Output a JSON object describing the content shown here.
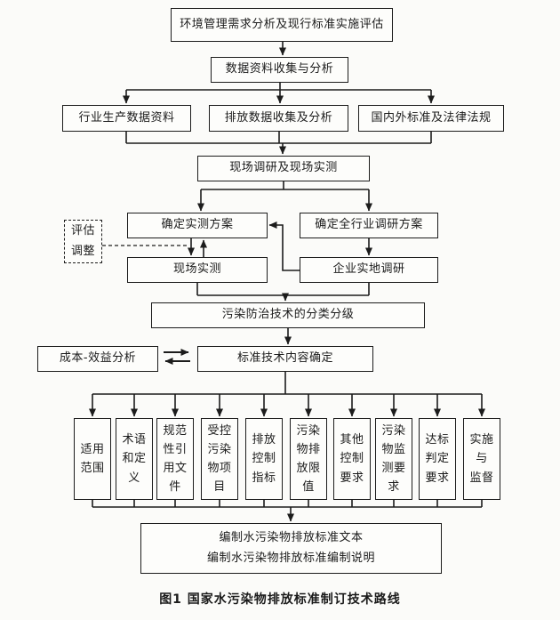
{
  "diagram": {
    "caption": "图1 国家水污染物排放标准制订技术路线",
    "nodes": {
      "env_assessment": "环境管理需求分析及现行标准实施评估",
      "data_collection": "数据资料收集与分析",
      "industry_data": "行业生产数据资料",
      "emission_data": "排放数据收集及分析",
      "standards_laws": "国内外标准及法律法规",
      "field_research": "现场调研及现场实测",
      "measurement_plan": "确定实测方案",
      "industry_survey_plan": "确定全行业调研方案",
      "eval_adjust": "评估\n调整",
      "field_measurement": "现场实测",
      "enterprise_survey": "企业实地调研",
      "pollution_tech_classification": "污染防治技术的分类分级",
      "cost_benefit": "成本-效益分析",
      "tech_content": "标准技术内容确定",
      "output_line1": "编制水污染物排放标准文本",
      "output_line2": "编制水污染物排放标准编制说明"
    },
    "columns": [
      "适用\n范围",
      "术语\n和定\n义",
      "规范\n性引\n用文\n件",
      "受控\n污染\n物项\n目",
      "排放\n控制\n指标",
      "污染\n物排\n放限\n值",
      "其他\n控制\n要求",
      "污染\n物监\n测要\n求",
      "达标\n判定\n要求",
      "实施\n与\n监督"
    ],
    "colors": {
      "line": "#1c1c1c",
      "background": "#fbfbf9",
      "text": "#1b1b1b"
    }
  }
}
